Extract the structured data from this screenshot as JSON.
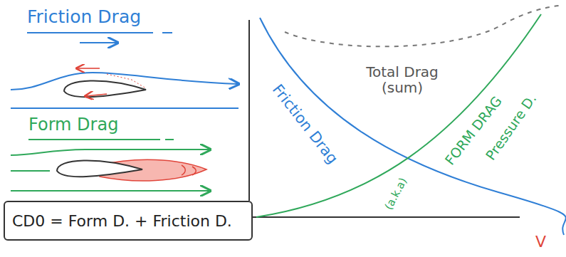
{
  "diagram": {
    "nodes": [
      {
        "text": [
          "CD0 = Form D. + Friction D."
        ]
      }
    ],
    "labels": [
      "Friction Drag",
      "Form Drag",
      "Total Drag (sum)",
      "Friction Drag",
      "FORM DRAG",
      "Pressure D.",
      "(a.k.a)",
      "V"
    ]
  }
}
